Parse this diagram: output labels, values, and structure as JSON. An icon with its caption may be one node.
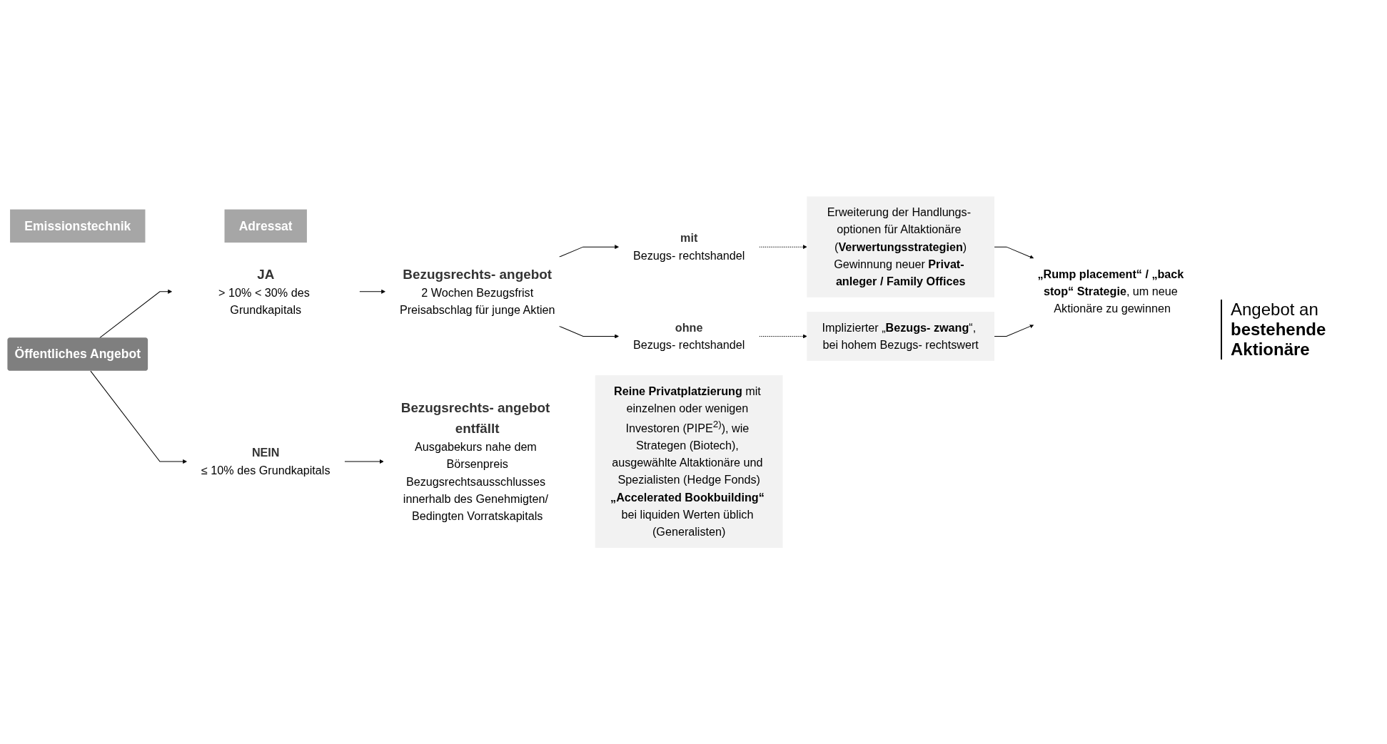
{
  "diagram": {
    "nodes": [
      {
        "text": [
          "Emissionstechnik"
        ]
      },
      {
        "text": [
          "Adressat"
        ]
      },
      {
        "text": [
          "Öffentliches Angebot"
        ]
      },
      {
        "text": [
          "JA",
          "> 10% < 30% des Grundkapitals"
        ]
      },
      {
        "text": [
          "Bezugsrechts- angebot",
          "2 Wochen Bezugsfrist",
          "Preisabschlag für junge Aktien"
        ]
      },
      {
        "text": [
          "mit",
          "Bezugs- rechtshandel"
        ]
      },
      {
        "text": [
          "ohne",
          "Bezugs- rechtshandel"
        ]
      },
      {
        "text": [
          "Erweiterung der Handlungs- optionen für Altaktionäre (**Verwertungsstrategien**)",
          "Gewinnung neuer **Privat- anleger / Family Offices**"
        ]
      },
      {
        "text": [
          "Implizierter „**Bezugs- zwang**“, bei hohem Bezugs- rechtswert"
        ]
      },
      {
        "text": [
          "**„Rump placement“ / „back stop“ Strategie**, um neue Aktionäre zu gewinnen"
        ]
      },
      {
        "text": [
          "NEIN",
          "≤ 10% des Grundkapitals"
        ]
      },
      {
        "text": [
          "Bezugsrechts- angebot entfällt",
          "Ausgabekurs nahe dem Börsenpreis",
          "Bezugsrechtsausschlusses innerhalb des Genehmigten/ Bedingten Vorratskapitals"
        ]
      },
      {
        "text": [
          "**Reine Privatplatzierung** mit einzelnen oder wenigen Investoren (PIPE$^{2)}$), wie Strategen (Biotech), ausgewählte Altaktionäre und Spezialisten (Hedge Fonds)",
          "**„Accelerated Bookbuilding“** bei liquiden Werten üblich (Generalisten)"
        ]
      }
    ],
    "edges": [
      {
        "from": 2,
        "to": 3,
        "arrow": "to"
      },
      {
        "from": 3,
        "to": 4,
        "arrow": "to"
      },
      {
        "from": 4,
        "to": 5,
        "arrow": "to"
      },
      {
        "from": 4,
        "to": 6,
        "arrow": "to"
      },
      {
        "from": 5,
        "to": 7,
        "arrow": "to",
        "style": "dashed"
      },
      {
        "from": 6,
        "to": 8,
        "arrow": "to",
        "style": "dashed"
      },
      {
        "from": 7,
        "to": 9,
        "arrow": "to"
      },
      {
        "from": 8,
        "to": 9,
        "arrow": "to"
      },
      {
        "from": 2,
        "to": 10,
        "arrow": "to"
      },
      {
        "from": 10,
        "to": 11,
        "arrow": "to"
      }
    ],
    "labels": [
      "Angebot an **bestehende Aktionäre**"
    ]
  }
}
